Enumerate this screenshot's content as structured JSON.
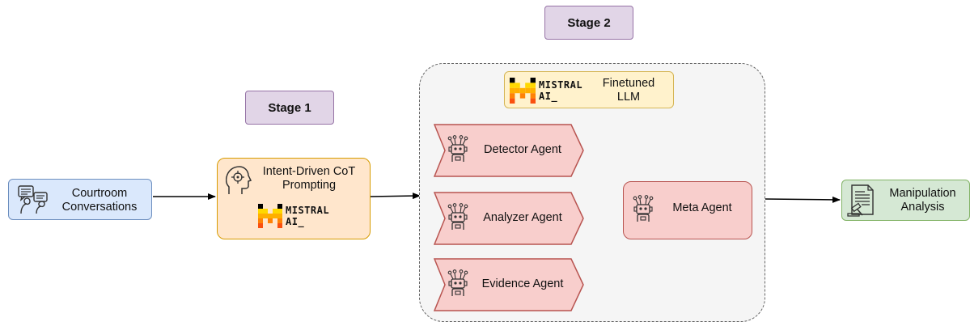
{
  "stages": {
    "stage1": "Stage 1",
    "stage2": "Stage 2"
  },
  "input": {
    "label_line1": "Courtroom",
    "label_line2": "Conversations",
    "icon": "conversation-icon"
  },
  "prompting": {
    "label_line1": "Intent-Driven CoT",
    "label_line2": "Prompting",
    "icon": "head-target-icon",
    "logo_line1": "MISTRAL",
    "logo_line2": "AI_"
  },
  "llm": {
    "logo_line1": "MISTRAL",
    "logo_line2": "AI_",
    "label_line1": "Finetuned",
    "label_line2": "LLM"
  },
  "agents": [
    {
      "label": "Detector Agent",
      "icon": "robot-icon"
    },
    {
      "label": "Analyzer Agent",
      "icon": "robot-icon"
    },
    {
      "label": "Evidence Agent",
      "icon": "robot-icon"
    }
  ],
  "meta": {
    "label": "Meta Agent",
    "icon": "robot-icon"
  },
  "output": {
    "label_line1": "Manipulation",
    "label_line2": "Analysis",
    "icon": "legal-document-gavel-icon"
  },
  "colors": {
    "stage_fill": "#e1d5e7",
    "input_fill": "#dae8fc",
    "prompt_fill": "#ffe6cc",
    "llm_fill": "#fff2cc",
    "agent_fill": "#f8cecc",
    "output_fill": "#d5e8d4",
    "container_fill": "#f5f5f5"
  }
}
